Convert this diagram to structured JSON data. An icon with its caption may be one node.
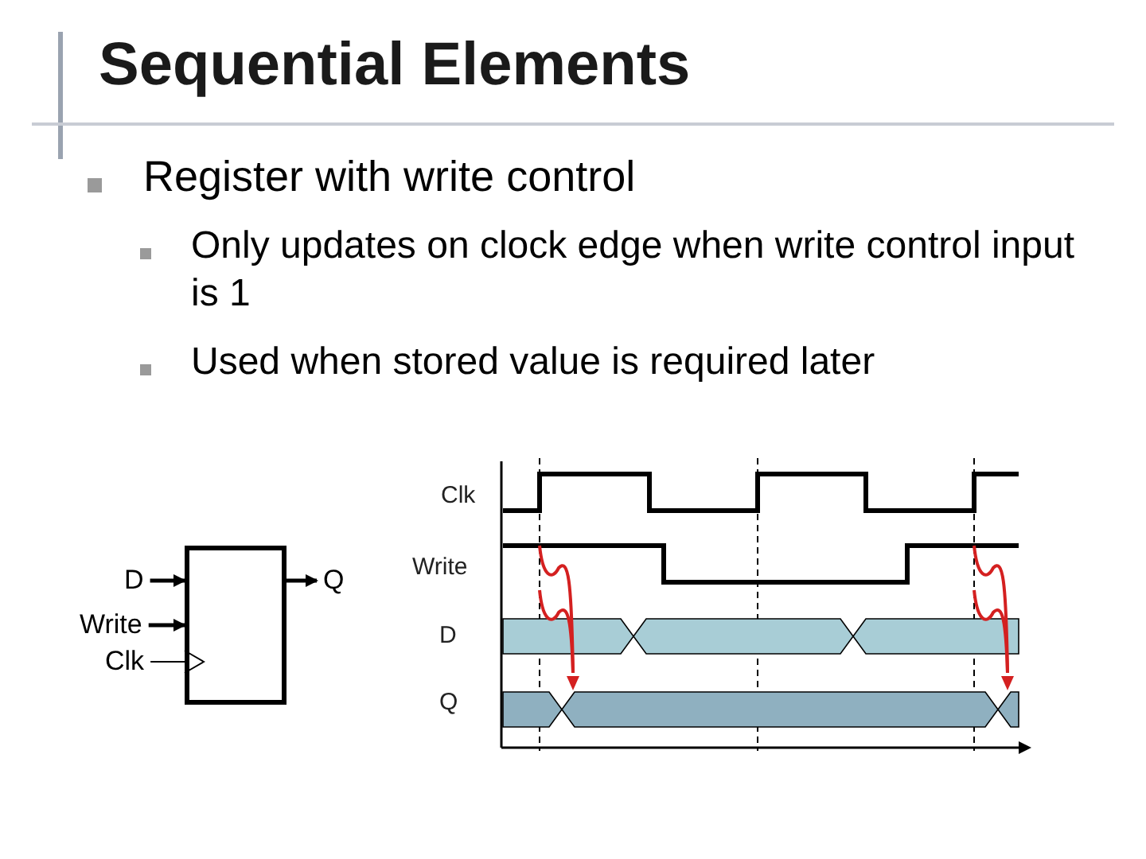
{
  "diagram": {
    "title": "Sequential Elements",
    "nodes": [
      {
        "text": [
          "D"
        ]
      },
      {
        "text": [
          "Write"
        ]
      },
      {
        "text": [
          "Clk"
        ]
      },
      {
        "text": [],
        "shape": "box"
      },
      {
        "text": [
          "Q"
        ]
      }
    ],
    "edges": [
      {
        "from": 0,
        "to": 3,
        "arrow": "to"
      },
      {
        "from": 1,
        "to": 3,
        "arrow": "to"
      },
      {
        "from": 2,
        "to": 3,
        "arrow": "to"
      },
      {
        "from": 3,
        "to": 4,
        "arrow": "to"
      }
    ],
    "labels": [
      "Register with write control",
      "Only updates on clock edge when write control input is 1",
      "Used when stored value is required later",
      "Clk",
      "Write",
      "D",
      "Q"
    ]
  }
}
